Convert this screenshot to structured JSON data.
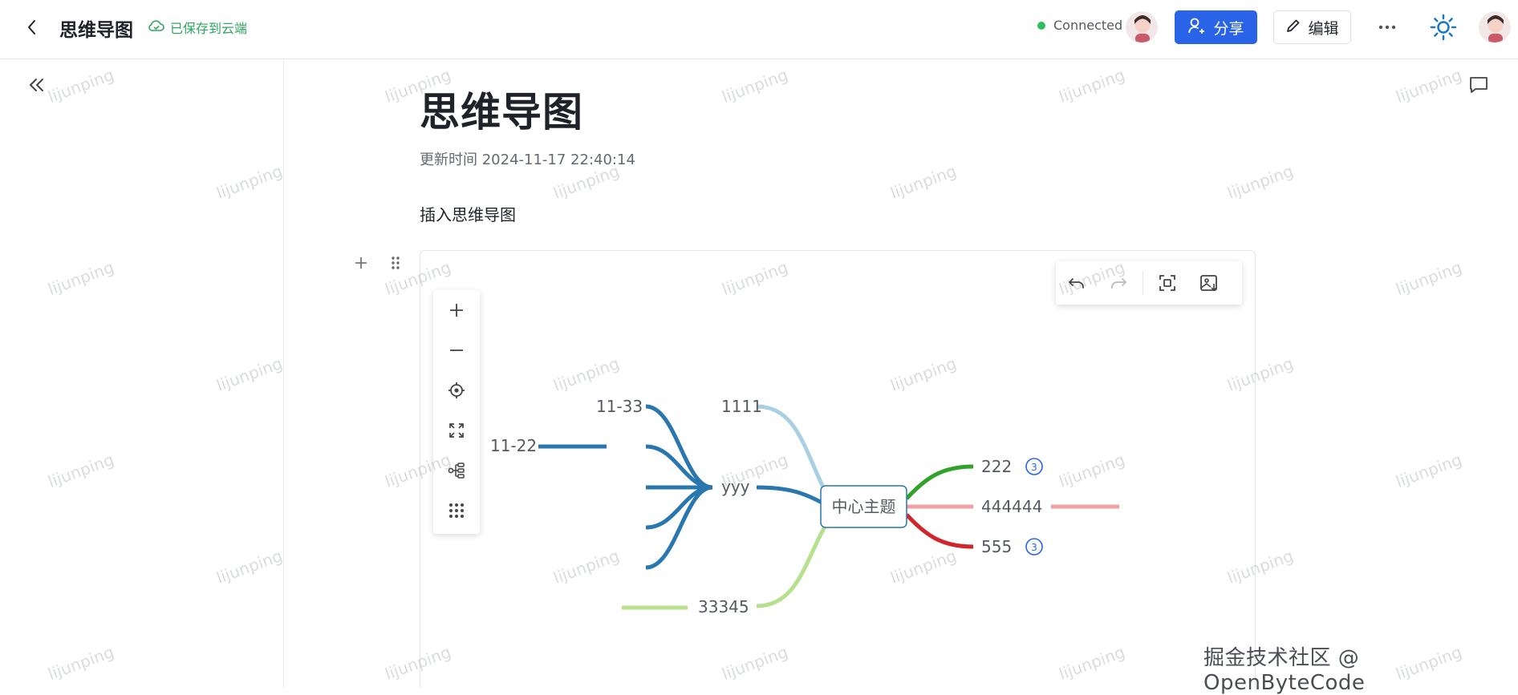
{
  "header": {
    "title": "思维导图",
    "saved_status": "已保存到云端",
    "connection_status": "Connected",
    "share_label": "分享",
    "edit_label": "编辑",
    "accent_color": "#2863e8",
    "saved_color": "#2fa560",
    "connected_dot_color": "#2fbf5e"
  },
  "document": {
    "title": "思维导图",
    "updated_time": "更新时间 2024-11-17 22:40:14",
    "paragraph": "插入思维导图"
  },
  "mindmap": {
    "root": "中心主题",
    "nodes": {
      "n1111": "1111",
      "nyyy": "yyy",
      "n33345": "33345",
      "n1133": "11-33",
      "n1122": "11-22",
      "n222": "222",
      "n444444": "444444",
      "n555": "555"
    },
    "badges": {
      "b222": "3",
      "b555": "3"
    },
    "colors": {
      "lightblue": "#a8d0e0",
      "blue": "#2a76ae",
      "lightgreen": "#b7e08f",
      "green": "#33a22c",
      "pink": "#f4a0a6",
      "red": "#d1262b"
    },
    "top_toolbar_icons": [
      "undo-icon",
      "redo-icon",
      "fit-screen-icon",
      "export-image-icon"
    ],
    "left_toolbar_icons": [
      "zoom-in-icon",
      "zoom-out-icon",
      "locate-center-icon",
      "fullscreen-icon",
      "structure-icon",
      "more-grid-icon"
    ]
  },
  "watermark_text": "lijunping",
  "credit": "掘金技术社区 @ OpenByteCode"
}
